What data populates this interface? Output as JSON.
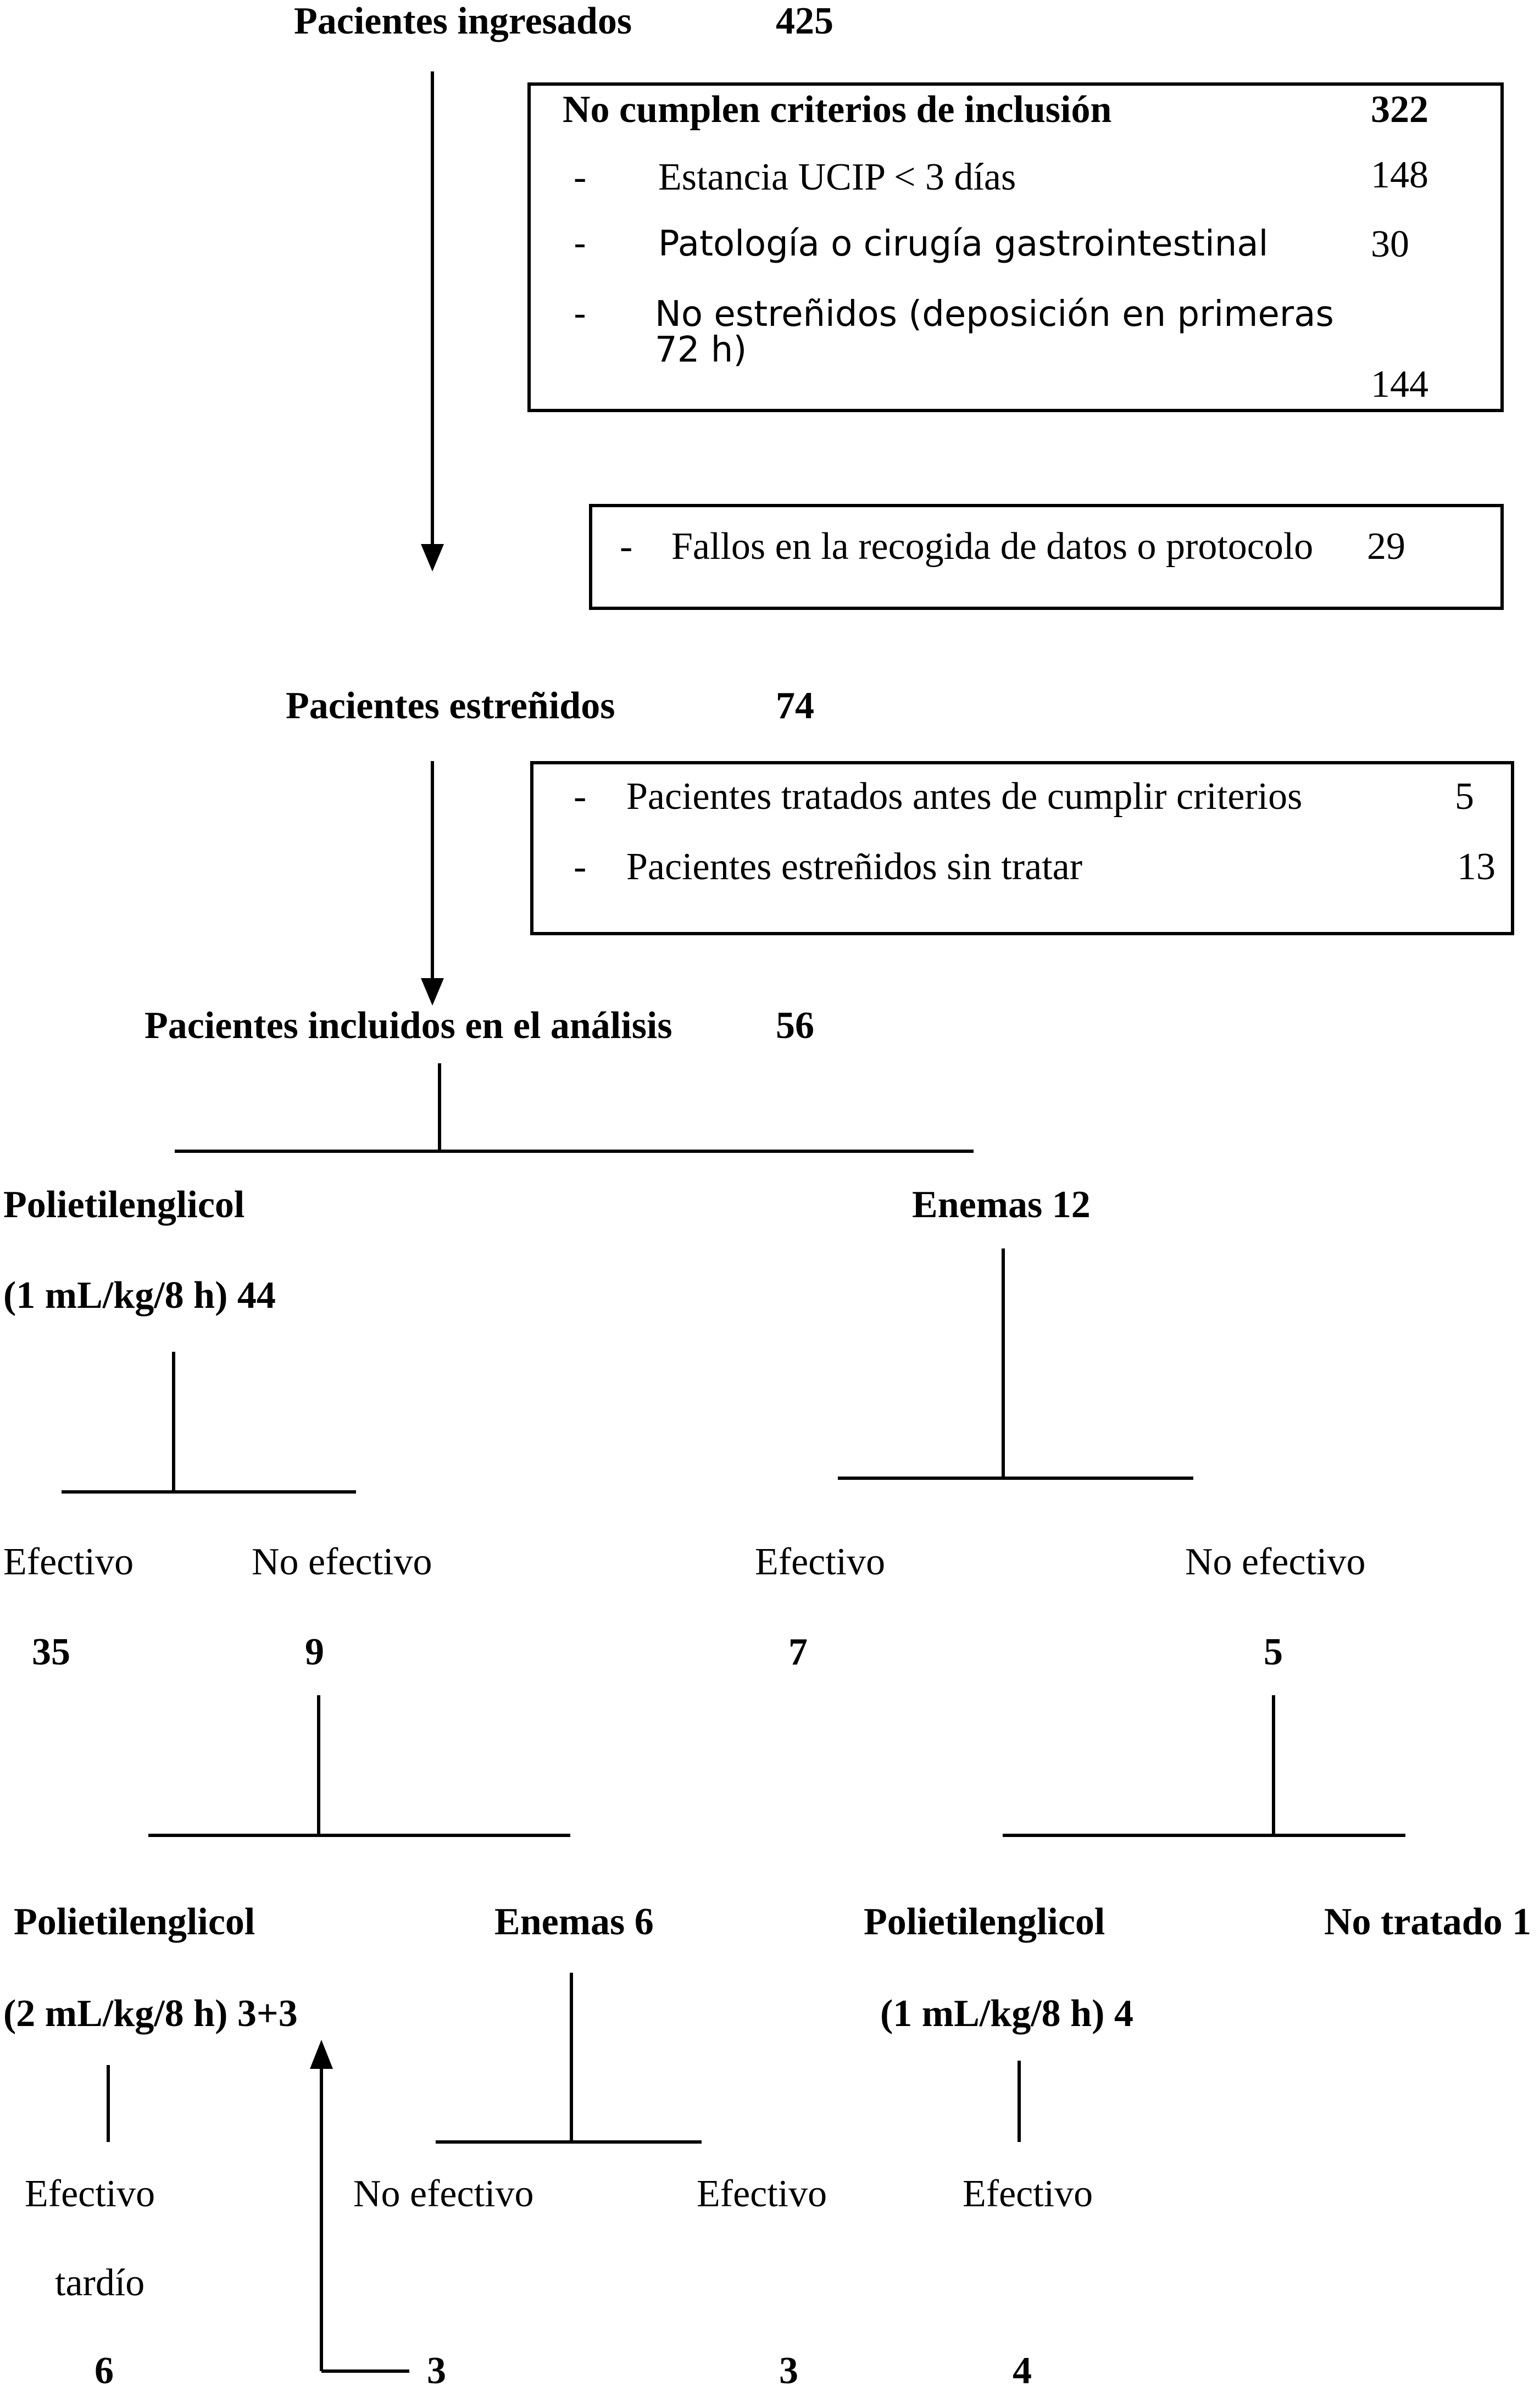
{
  "top": {
    "label": "Pacientes ingresados",
    "count": "425"
  },
  "exclusion_box": {
    "title": "No cumplen criterios de inclusión",
    "title_count": "322",
    "items": [
      {
        "dash": "-",
        "label": "Estancia UCIP < 3 días",
        "count": "148"
      },
      {
        "dash": "-",
        "label": "Patología o cirugía gastrointestinal",
        "count": "30"
      },
      {
        "dash": "-",
        "label_line1": "No estreñidos (deposición en primeras",
        "label_line2": "72 h)",
        "count": "144"
      }
    ]
  },
  "data_failure_box": {
    "dash": "-",
    "label": "Fallos en la recogida de datos o protocolo",
    "count": "29"
  },
  "constipated": {
    "label": "Pacientes estreñidos",
    "count": "74"
  },
  "treatment_box": {
    "items": [
      {
        "dash": "-",
        "label": "Pacientes tratados antes de cumplir criterios",
        "count": "5"
      },
      {
        "dash": "-",
        "label": "Pacientes estreñidos sin tratar",
        "count": "13"
      }
    ]
  },
  "included": {
    "label": "Pacientes incluidos en el análisis",
    "count": "56"
  },
  "level1": {
    "peg_label": "Polietilenglicol",
    "peg_dose": "(1 mL/kg/8 h)  44",
    "enemas": "Enemas  12"
  },
  "level2": {
    "peg_effective": "Efectivo",
    "peg_not_effective": "No efectivo",
    "enema_effective": "Efectivo",
    "enema_not_effective": "No efectivo",
    "peg_effective_n": "35",
    "peg_not_effective_n": "9",
    "enema_effective_n": "7",
    "enema_not_effective_n": "5"
  },
  "level3": {
    "peg2_label": "Polietilenglicol",
    "peg2_dose": "(2 mL/kg/8 h)   3+3",
    "enemas6": "Enemas  6",
    "peg3_label": "Polietilenglicol",
    "peg3_dose": "(1 mL/kg/8 h) 4",
    "not_treated": "No tratado 1"
  },
  "level4": {
    "late_effective_1": "Efectivo",
    "late_effective_2": "tardío",
    "not_effective": "No efectivo",
    "effective_a": "Efectivo",
    "effective_b": "Efectivo",
    "n_late": "6",
    "n_not_effective": "3",
    "n_effective_a": "3",
    "n_effective_b": "4"
  }
}
